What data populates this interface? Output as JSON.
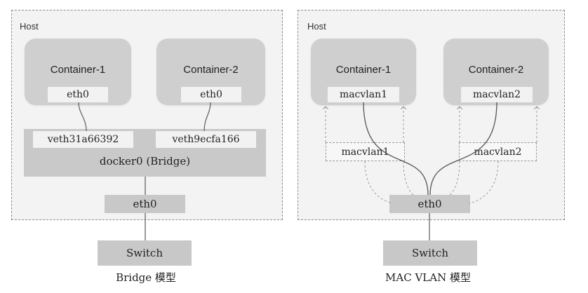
{
  "bridge_model": {
    "host_label": "Host",
    "container_1": {
      "title": "Container-1",
      "iface": "eth0"
    },
    "container_2": {
      "title": "Container-2",
      "iface": "eth0"
    },
    "veth_1": "veth31a66392",
    "veth_2": "veth9ecfa166",
    "bridge_label": "docker0 (Bridge)",
    "host_iface": "eth0",
    "switch_label": "Switch",
    "caption": "Bridge 模型"
  },
  "macvlan_model": {
    "host_label": "Host",
    "container_1": {
      "title": "Container-1",
      "iface": "macvlan1"
    },
    "container_2": {
      "title": "Container-2",
      "iface": "macvlan2"
    },
    "host_sub_1": "macvlan1",
    "host_sub_2": "macvlan2",
    "host_iface": "eth0",
    "switch_label": "Switch",
    "caption": "MAC VLAN 模型"
  },
  "colors": {
    "host_bg": "#f3f3f3",
    "container_bg": "#cfcfcf",
    "bridge_bg": "#c9c9c9",
    "line": "#666666",
    "dashed_line": "#9a9a9a"
  }
}
